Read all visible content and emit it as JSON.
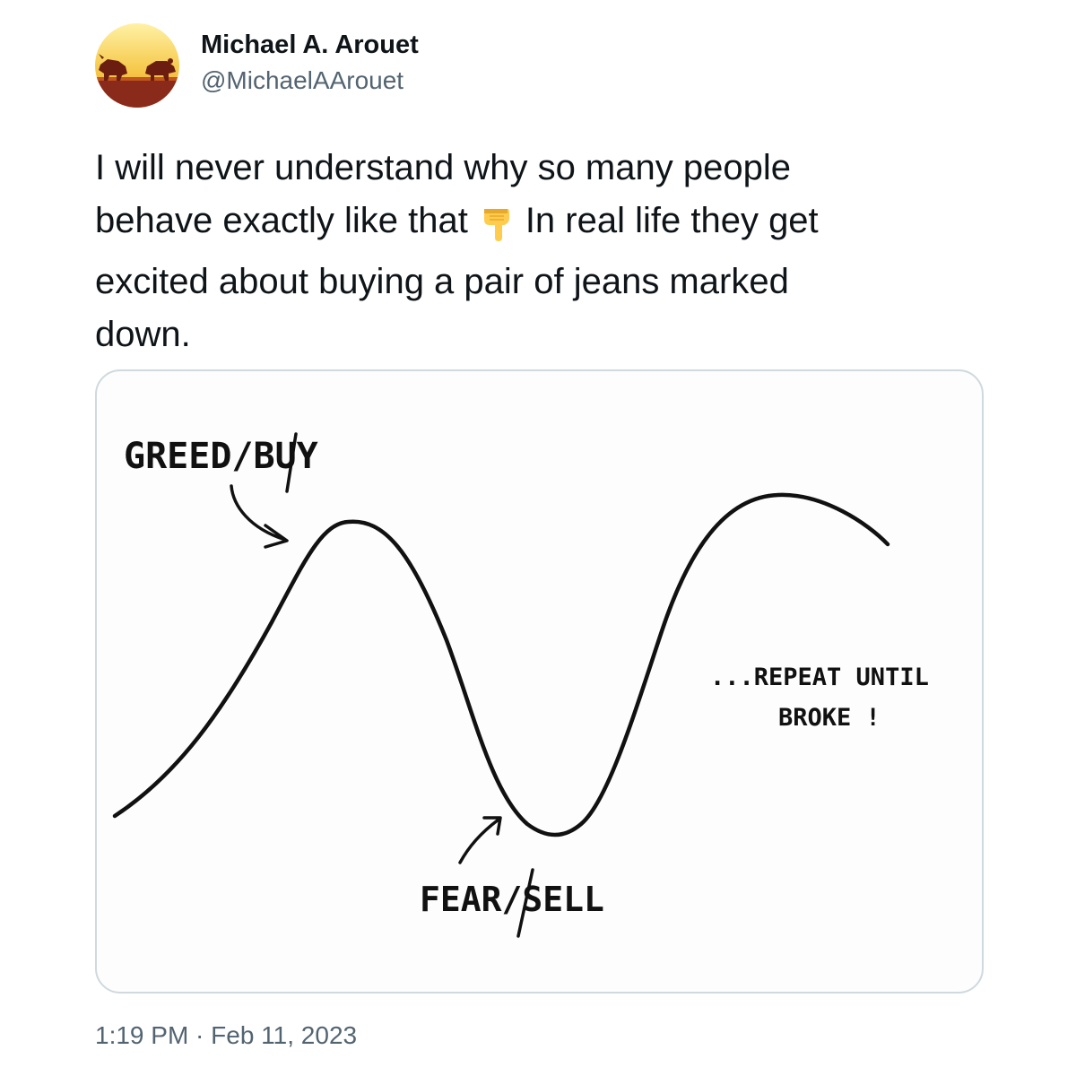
{
  "author": {
    "display_name": "Michael A. Arouet",
    "handle": "@MichaelAArouet",
    "avatar_icon": "bull-and-bear-avatar-icon"
  },
  "tweet": {
    "text_line_1": "I will never understand why so many people",
    "text_line_2_before_emoji": "behave exactly like that",
    "emoji_icon": "pointing-down-emoji-icon",
    "text_line_2_after_emoji": "In real life they get",
    "text_line_3": "excited about buying a pair of jeans marked",
    "text_line_4": "down."
  },
  "media": {
    "label_peak": "GREED/BUY",
    "label_trough": "FEAR/SELL",
    "label_repeat_line_1": "...REPEAT UNTIL",
    "label_repeat_line_2": "BROKE !"
  },
  "meta": {
    "timestamp": "1:19 PM · Feb 11, 2023"
  },
  "colors": {
    "text_primary": "#0f1419",
    "text_secondary": "#536471",
    "card_border": "#cfd9de"
  }
}
